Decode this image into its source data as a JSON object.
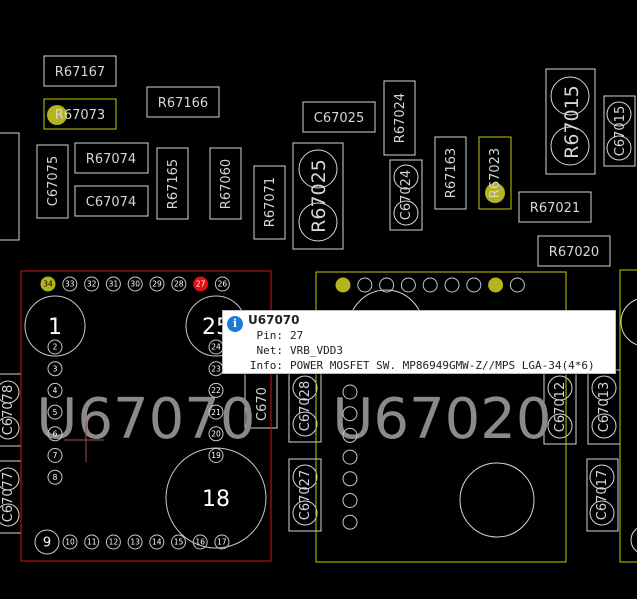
{
  "colors": {
    "background": "#000000",
    "silk": "#d6d6d6",
    "highlight_outline": "#c8c800",
    "highlight_pad": "#b4b41e",
    "selected_outline": "#d01818",
    "selected_pad": "#e01010",
    "pad_outline": "#c8c8c8",
    "big_ref_text": "#8a8a8a"
  },
  "components": {
    "R67167": "R67167",
    "R67073": "R67073",
    "R67166": "R67166",
    "C67025": "C67025",
    "R67024": "R67024",
    "R67015": "R67015",
    "C67015": "C67015",
    "C67075": "C67075",
    "R67074": "R67074",
    "C67074": "C67074",
    "R67165": "R67165",
    "R67060": "R67060",
    "R67071": "R67071",
    "R67025": "R67025",
    "C67024": "C67024",
    "R67163": "R67163",
    "R67023": "R67023",
    "R67021": "R67021",
    "R67020": "R67020",
    "C67078": "C67078",
    "C67028": "C67028",
    "C67012": "C67012",
    "C67013": "C67013",
    "C67077": "C67077",
    "C67027": "C67027",
    "C67017": "C67017",
    "U67070": "U67070",
    "U67020": "U67020",
    "C670_partial": "C670"
  },
  "u67070": {
    "top_pins": [
      "34",
      "33",
      "32",
      "31",
      "30",
      "29",
      "28",
      "27",
      "26"
    ],
    "left_pins": [
      "2",
      "3",
      "4",
      "5",
      "6",
      "7",
      "8"
    ],
    "right_pins": [
      "24",
      "23",
      "22",
      "21",
      "20",
      "19"
    ],
    "bottom_pins": [
      "10",
      "11",
      "12",
      "13",
      "14",
      "15",
      "16",
      "17"
    ],
    "big_pins": [
      "1",
      "25",
      "18",
      "9"
    ],
    "selected_pin": "27",
    "highlighted_pin": "34"
  },
  "tooltip": {
    "title": "U67070",
    "rows": [
      {
        "key": "Pin:",
        "value": "27"
      },
      {
        "key": "Net:",
        "value": "VRB_VDD3"
      },
      {
        "key": "Info:",
        "value": "POWER MOSFET SW. MP86949GMW-Z//MPS LGA-34(4*6)"
      }
    ],
    "icon": "info-icon"
  }
}
